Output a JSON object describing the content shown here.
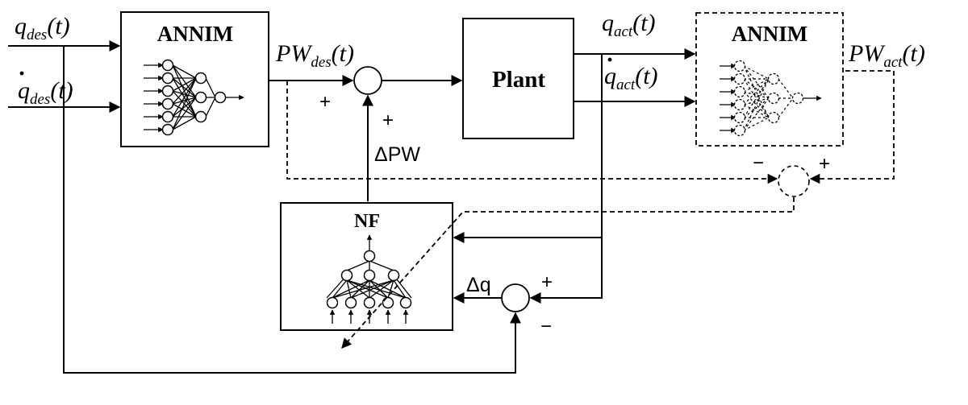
{
  "blocks": {
    "annim_des": "ANNIM",
    "plant": "Plant",
    "annim_act": "ANNIM",
    "nf": "NF"
  },
  "signals": {
    "q_des": {
      "base": "q",
      "sub": "des",
      "arg": "(t)"
    },
    "qdot_des": {
      "dot": "·",
      "base": "q",
      "sub": "des",
      "arg": "(t)"
    },
    "pw_des": {
      "base": "PW",
      "sub": "des",
      "arg": "(t)"
    },
    "q_act": {
      "base": "q",
      "sub": "act",
      "arg": "(t)"
    },
    "qdot_act": {
      "dot": "·",
      "base": "q",
      "sub": "act",
      "arg": "(t)"
    },
    "pw_act": {
      "base": "PW",
      "sub": "act",
      "arg": "(t)"
    },
    "delta_pw": "ΔPW",
    "delta_q": "Δq"
  },
  "signs": {
    "sum1_left": "+",
    "sum1_bottom": "+",
    "sum2_left": "−",
    "sum2_right": "+",
    "sum3_top": "+",
    "sum3_bottom": "−"
  }
}
